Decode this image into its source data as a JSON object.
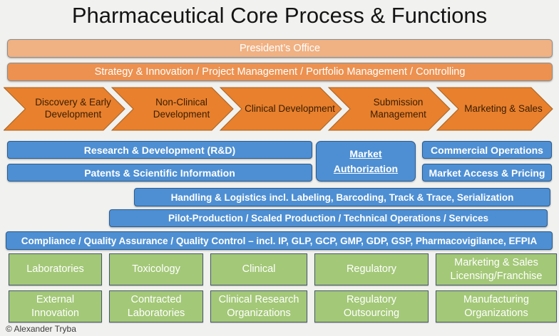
{
  "title": "Pharmaceutical Core Process & Functions",
  "copyright": "© Alexander Tryba",
  "colors": {
    "background": "#F1F1EF",
    "president_bar": "#F0B183",
    "strategy_bar": "#EC9150",
    "process_arrow": "#E8802D",
    "process_arrow_text": "#3A1D02",
    "function_bar_blue": "#4E8FD3",
    "org_box_green": "#A3C877"
  },
  "top_bars": {
    "president": "President’s Office",
    "strategy": "Strategy & Innovation / Project Management / Portfolio Management / Controlling"
  },
  "process_arrows": [
    {
      "label": "Discovery & Early Development"
    },
    {
      "label": "Non-Clinical Development"
    },
    {
      "label": "Clinical Development"
    },
    {
      "label": "Submission Management"
    },
    {
      "label": "Marketing & Sales"
    }
  ],
  "functions": {
    "rd": "Research & Development (R&D)",
    "patents": "Patents & Scientific Information",
    "market_authorization": "Market Authorization",
    "commercial_operations": "Commercial Operations",
    "market_access": "Market Access & Pricing",
    "handling_logistics": "Handling & Logistics incl. Labeling, Barcoding, Track & Trace, Serialization",
    "pilot_production": "Pilot-Production / Scaled Production / Technical Operations / Services",
    "compliance": "Compliance / Quality Assurance / Quality Control – incl. IP, GLP, GCP, GMP, GDP, GSP, Pharmacovigilance, EFPIA"
  },
  "organizations": {
    "row1": [
      {
        "label": "Laboratories"
      },
      {
        "label": "Toxicology"
      },
      {
        "label": "Clinical"
      },
      {
        "label": "Regulatory"
      },
      {
        "label": "Marketing & Sales Licensing/Franchise"
      }
    ],
    "row2": [
      {
        "label": "External Innovation"
      },
      {
        "label": "Contracted Laboratories"
      },
      {
        "label": "Clinical Research Organizations"
      },
      {
        "label": "Regulatory Outsourcing"
      },
      {
        "label": "Manufacturing Organizations"
      }
    ]
  }
}
